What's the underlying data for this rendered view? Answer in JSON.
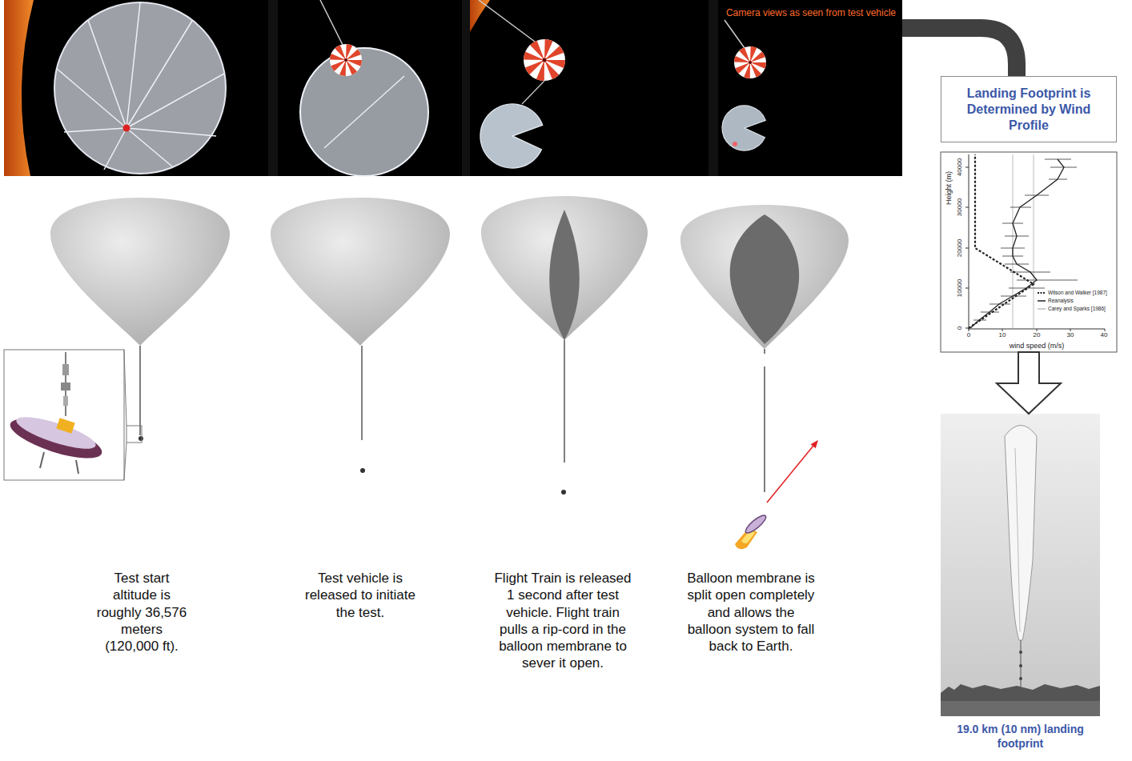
{
  "diagram": {
    "nodes": [
      {
        "text": [
          "Camera views as seen from test vehicle"
        ]
      },
      {
        "text": [
          "Landing Footprint is Determined by Wind Profile"
        ]
      },
      {
        "text": [
          "Height (m)",
          "wind speed (m/s)"
        ]
      },
      {
        "text": [
          "19.0 km (10 nm) landing footprint"
        ]
      }
    ],
    "edges": [
      {
        "from": 0,
        "to": 1,
        "arrow": "none"
      },
      {
        "from": 2,
        "to": 3,
        "arrow": "to"
      }
    ],
    "labels": [
      "Test start altitude is roughly 36,576 meters (120,000 ft).",
      "Test vehicle is released to initiate the test.",
      "Flight Train is released 1 second after test vehicle. Flight train pulls a rip-cord in the balloon membrane to sever it open.",
      "Balloon membrane is split open completely and allows the balloon system to fall back to Earth.",
      "40000",
      "30000",
      "20000",
      "10000",
      "0",
      "0",
      "10",
      "20",
      "30",
      "40"
    ],
    "legend": [
      {
        "text": "Wilson and Walker [1987]"
      },
      {
        "text": "Reanalysis"
      },
      {
        "text": "Carey and Sparks [1986]"
      }
    ]
  }
}
